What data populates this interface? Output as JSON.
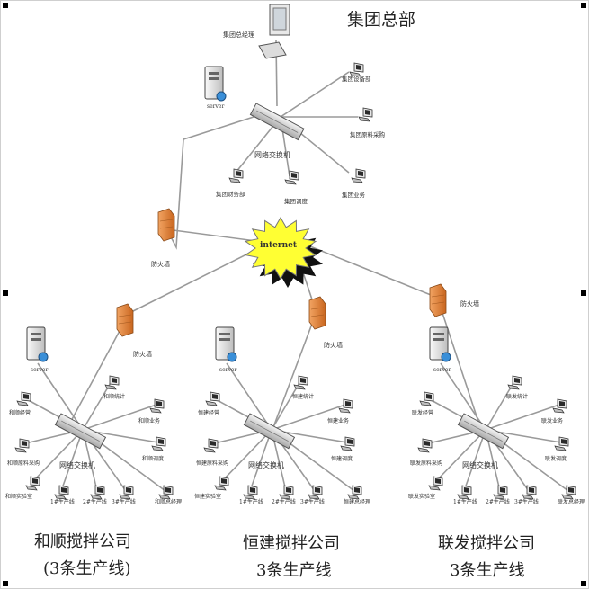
{
  "hq": {
    "title": "集团总部",
    "gm": "集团总经理",
    "server": "server",
    "switch": "网络交换机",
    "clients": [
      "集团设备部",
      "集团原料采购",
      "集团财务部",
      "集团调度",
      "集团业务"
    ]
  },
  "internet": "internet",
  "firewall": "防火墙",
  "companies": [
    {
      "name": "和顺搅拌公司",
      "lines": "(3条生产线)",
      "server": "server",
      "switch": "网络交换机",
      "clients": [
        "和顺统计",
        "和顺经营",
        "和顺业务",
        "和顺原料采购",
        "和顺调度",
        "和顺实验室",
        "1#生产线",
        "2#生产线",
        "3#生产线",
        "和顺总经理"
      ]
    },
    {
      "name": "恒建搅拌公司",
      "lines": "3条生产线",
      "server": "server",
      "switch": "网络交换机",
      "clients": [
        "恒建统计",
        "恒建经营",
        "恒建业务",
        "恒建原料采购",
        "恒建调度",
        "恒建实验室",
        "1#生产线",
        "2#生产线",
        "3#生产线",
        "恒建总经理"
      ]
    },
    {
      "name": "联发搅拌公司",
      "lines": "3条生产线",
      "server": "server",
      "switch": "网络交换机",
      "clients": [
        "联发统计",
        "联发经营",
        "联发业务",
        "联发原料采购",
        "联发调度",
        "联发实验室",
        "1#生产线",
        "2#生产线",
        "3#生产线",
        "联发总经理"
      ]
    }
  ]
}
